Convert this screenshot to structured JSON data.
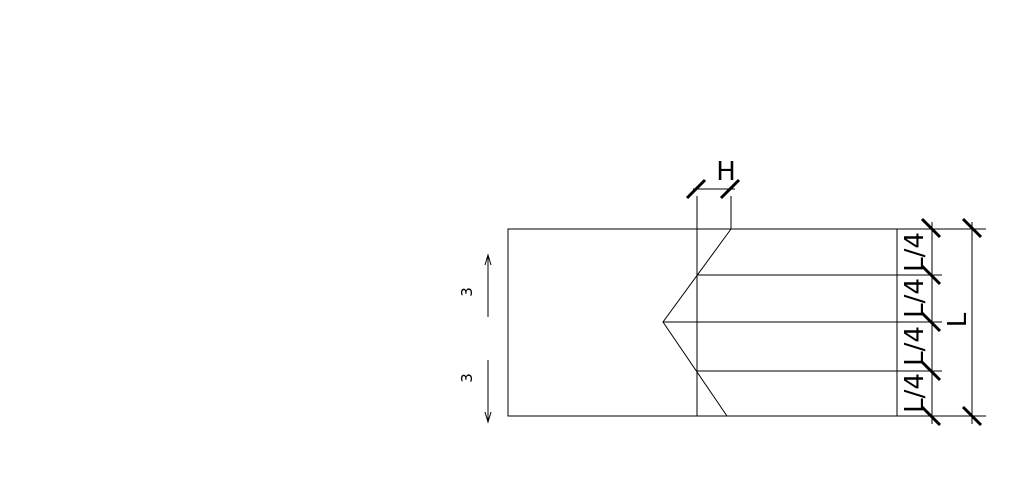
{
  "diagram": {
    "labels": {
      "width_dim": "H",
      "length_dim": "L",
      "quarter_1": "L/4",
      "quarter_2": "L/4",
      "quarter_3": "L/4",
      "quarter_4": "L/4",
      "arrow_up": "3",
      "arrow_down": "3"
    },
    "colors": {
      "line": "#000000",
      "background": "#ffffff"
    }
  }
}
